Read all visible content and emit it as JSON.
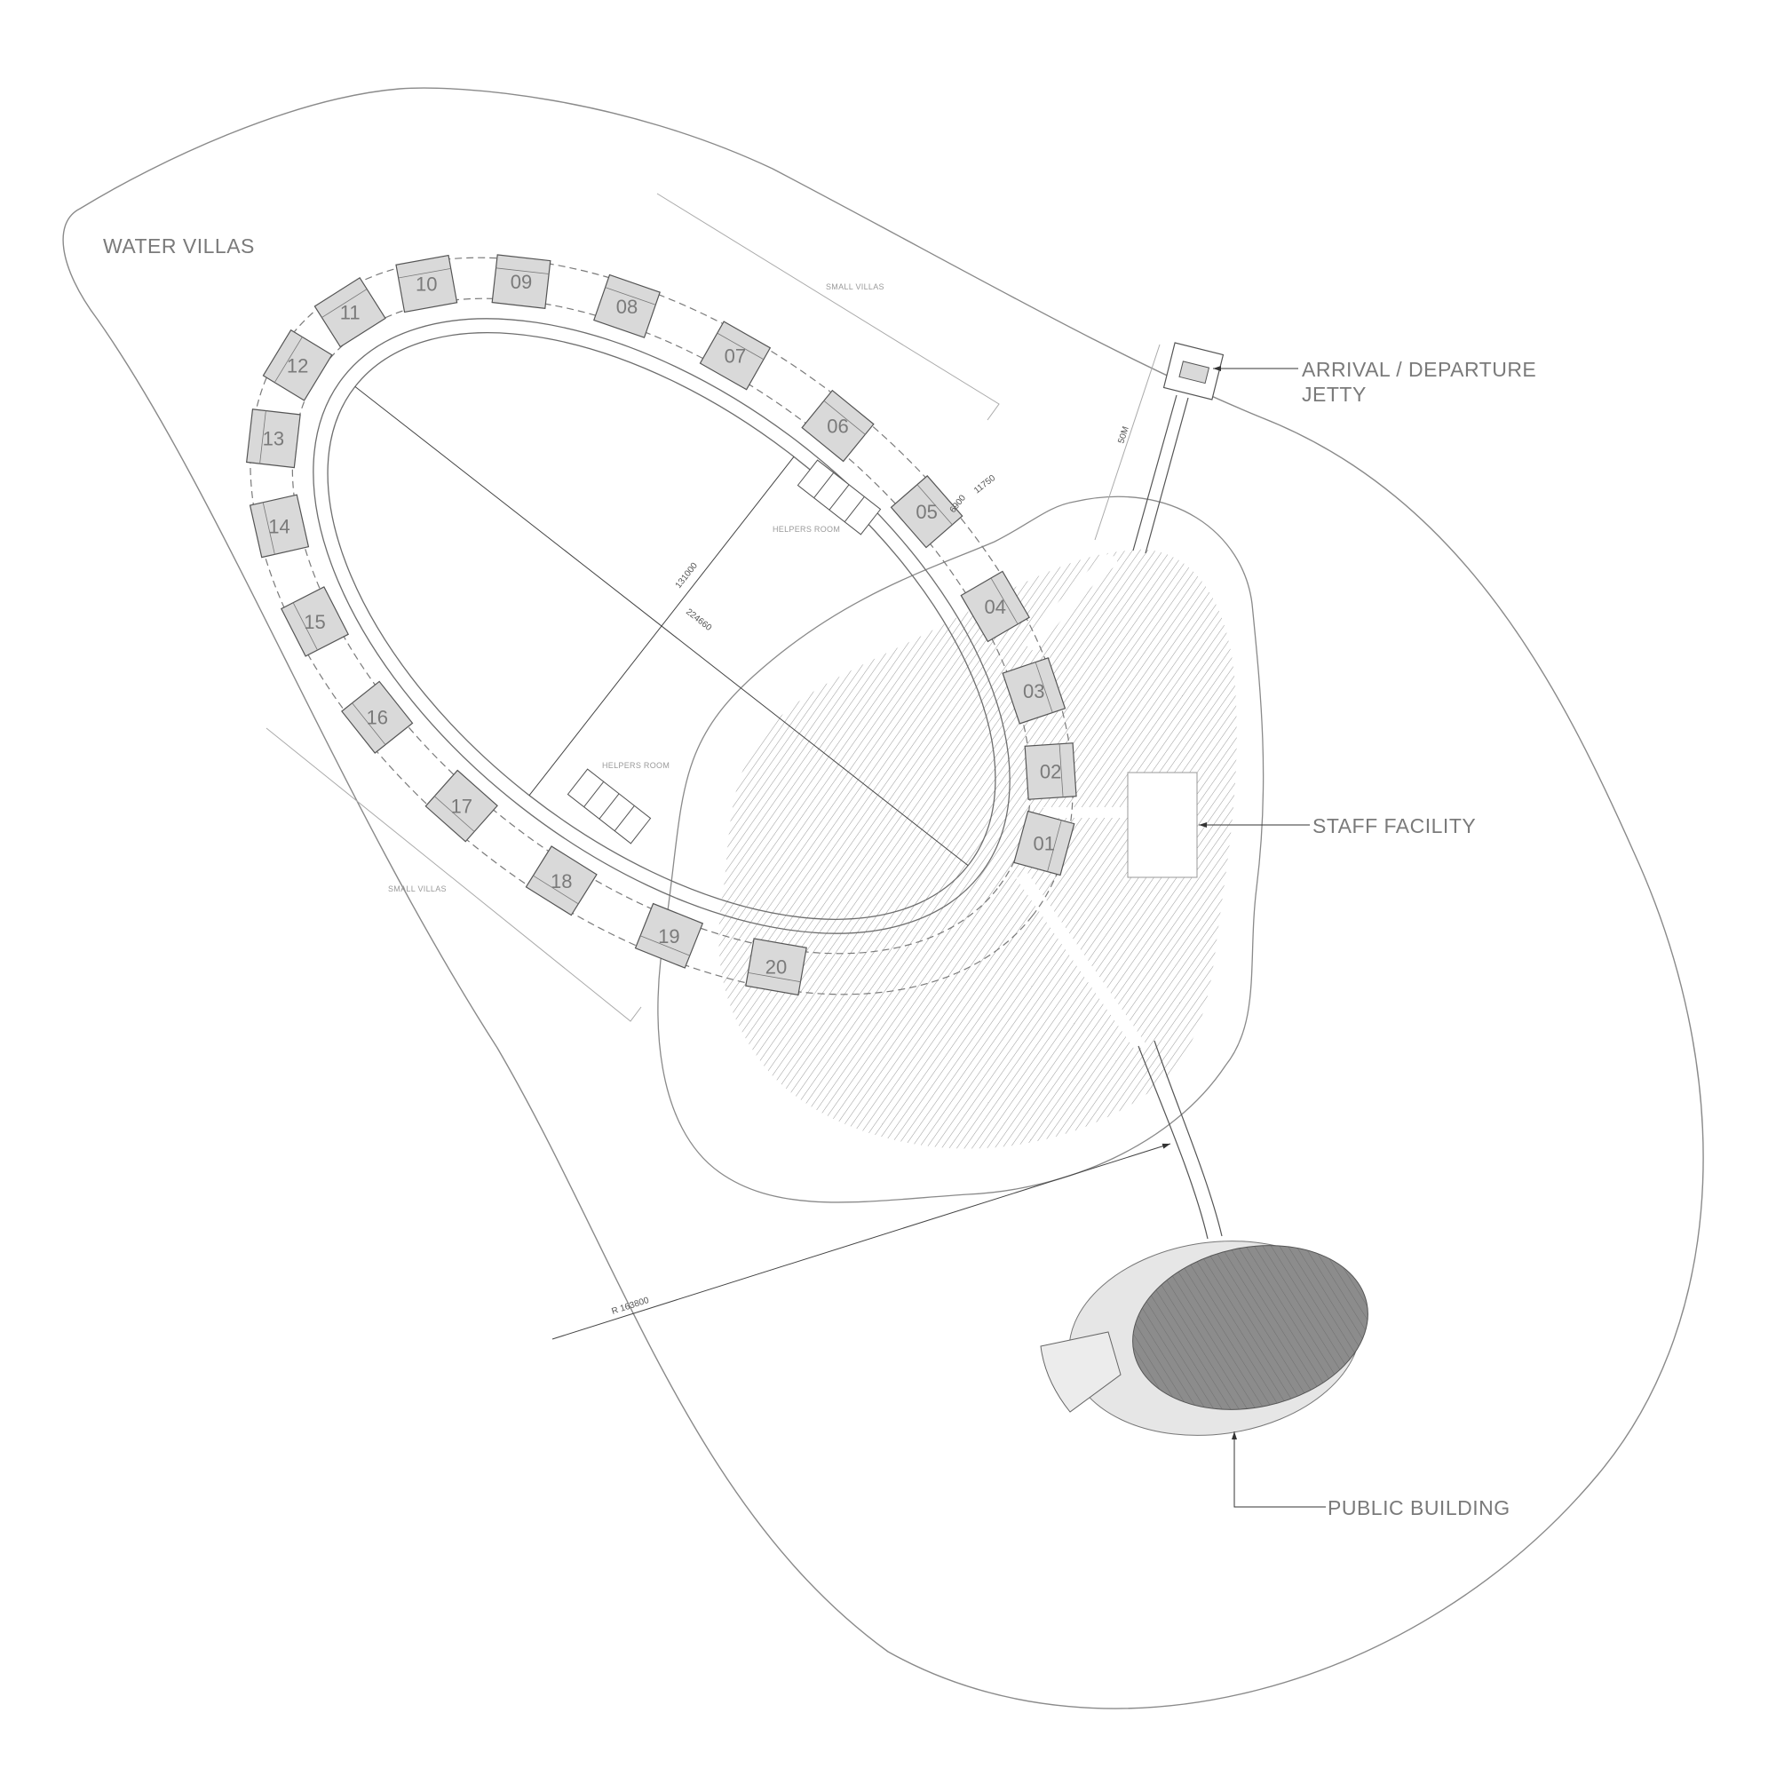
{
  "labels": {
    "water_villas": "WATER VILLAS",
    "arrival_line1": "ARRIVAL / DEPARTURE",
    "arrival_line2": "JETTY",
    "staff_facility": "STAFF FACILITY",
    "public_building": "PUBLIC BUILDING",
    "small_villas_top": "SMALL VILLAS",
    "small_villas_bottom": "SMALL VILLAS",
    "helpers_room_top": "HELPERS ROOM",
    "helpers_room_bottom": "HELPERS ROOM"
  },
  "dimensions": {
    "minor_axis": "131000",
    "major_axis": "224660",
    "radius": "R 163800",
    "walkway_width": "6900",
    "villa_depth": "11750",
    "jetty_length": "50M"
  },
  "villas": [
    "01",
    "02",
    "03",
    "04",
    "05",
    "06",
    "07",
    "08",
    "09",
    "10",
    "11",
    "12",
    "13",
    "14",
    "15",
    "16",
    "17",
    "18",
    "19",
    "20"
  ],
  "colors": {
    "line": "#6e6e6e",
    "villa_fill": "#d9d9d9",
    "public_building_dark": "#8c8c8c",
    "public_building_light": "#e6e6e6",
    "hatch": "#9a9a9a"
  }
}
